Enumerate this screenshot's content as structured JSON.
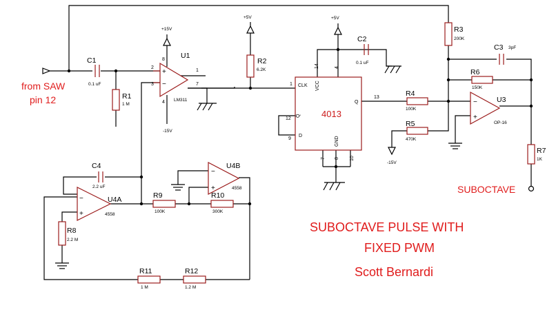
{
  "title": {
    "line1": "SUBOCTAVE PULSE WITH",
    "line2": "FIXED PWM",
    "author": "Scott Bernardi"
  },
  "input": {
    "line1": "from SAW",
    "line2": "pin 12"
  },
  "output": {
    "label": "SUBOCTAVE"
  },
  "supplies": {
    "vcc_u1": "+15V",
    "vee_u1": "-15V",
    "r2_supply": "+5V",
    "u2_supply": "+5V",
    "r5_supply": "-15V"
  },
  "components": {
    "C1": {
      "ref": "C1",
      "value": "0.1 uF"
    },
    "R1": {
      "ref": "R1",
      "value": "1 M"
    },
    "U1": {
      "ref": "U1",
      "part": "LM311",
      "pins": {
        "in_plus": "2",
        "in_minus": "3",
        "out": "7",
        "p1": "1",
        "v_plus": "8",
        "v_minus": "4"
      }
    },
    "R2": {
      "ref": "R2",
      "value": "6.2K"
    },
    "U2": {
      "part": "4013",
      "pins": {
        "p14": "14",
        "p4": "4",
        "clk": "1",
        "q": "13",
        "p12": "12",
        "d": "9",
        "p7": "7",
        "p8": "8",
        "p10": "10"
      },
      "labels": {
        "clk": "CLK",
        "vcc": "VCC",
        "qbar": "Q̅",
        "q": "Q",
        "d": "D",
        "gnd": "GND"
      }
    },
    "C2": {
      "ref": "C2",
      "value": "0.1 uF"
    },
    "R3": {
      "ref": "R3",
      "value": "200K"
    },
    "C3": {
      "ref": "C3",
      "value": "3pF"
    },
    "R6": {
      "ref": "R6",
      "value": "150K"
    },
    "R4": {
      "ref": "R4",
      "value": "100K"
    },
    "R5": {
      "ref": "R5",
      "value": "470K"
    },
    "U3": {
      "ref": "U3",
      "part": "OP-16"
    },
    "R7": {
      "ref": "R7",
      "value": "1K"
    },
    "C4": {
      "ref": "C4",
      "value": "2.2 uF"
    },
    "U4A": {
      "ref": "U4A",
      "part": "4558"
    },
    "U4B": {
      "ref": "U4B",
      "part": "4558"
    },
    "R8": {
      "ref": "R8",
      "value": "2.2 M"
    },
    "R9": {
      "ref": "R9",
      "value": "100K"
    },
    "R10": {
      "ref": "R10",
      "value": "300K"
    },
    "R11": {
      "ref": "R11",
      "value": "1 M"
    },
    "R12": {
      "ref": "R12",
      "value": "1.2 M"
    }
  },
  "signs": {
    "plus": "+",
    "minus": "−"
  }
}
